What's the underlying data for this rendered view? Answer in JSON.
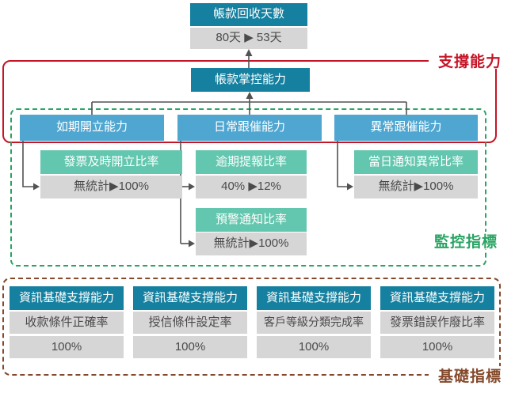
{
  "colors": {
    "header_teal": "#15809f",
    "capability_blue": "#4ea6d1",
    "metric_mint": "#63c6ae",
    "value_gray": "#d6d6d6",
    "support_red": "#c51527",
    "monitor_green": "#28a463",
    "base_brown": "#84492b"
  },
  "top": {
    "title": "帳款回收天數",
    "value": "80天 ▶ 53天"
  },
  "support": {
    "frame_label": "支撐能力",
    "node": "帳款掌控能力"
  },
  "monitor": {
    "frame_label": "監控指標",
    "columns": [
      {
        "parent": "如期開立能力",
        "metrics": [
          {
            "name": "發票及時開立比率",
            "value": "無統計▶100%"
          }
        ]
      },
      {
        "parent": "日常跟催能力",
        "metrics": [
          {
            "name": "逾期提報比率",
            "value": "40% ▶12%"
          },
          {
            "name": "預警通知比率",
            "value": "無統計▶100%"
          }
        ]
      },
      {
        "parent": "異常跟催能力",
        "metrics": [
          {
            "name": "當日通知異常比率",
            "value": "無統計▶100%"
          }
        ]
      }
    ]
  },
  "base": {
    "frame_label": "基礎指標",
    "columns": [
      {
        "title": "資訊基礎支撐能力",
        "metric": "收款條件正確率",
        "value": "100%"
      },
      {
        "title": "資訊基礎支撐能力",
        "metric": "授信條件設定率",
        "value": "100%"
      },
      {
        "title": "資訊基礎支撐能力",
        "metric": "客戶等級分類完成率",
        "value": "100%"
      },
      {
        "title": "資訊基礎支撐能力",
        "metric": "發票錯誤作廢比率",
        "value": "100%"
      }
    ]
  }
}
